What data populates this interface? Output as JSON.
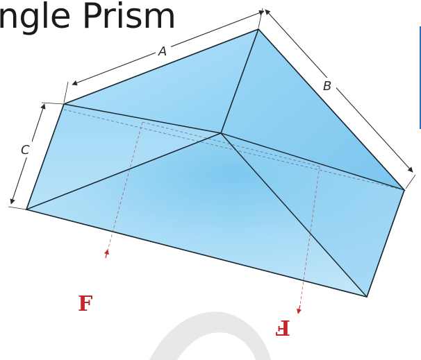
{
  "title": "ngle Prism",
  "dimensions": {
    "a_label": "A",
    "b_label": "B",
    "c_label": "C"
  },
  "forces": {
    "left_label": "F",
    "right_label": "F"
  },
  "colors": {
    "face_light": "#a9dcf7",
    "face_mid": "#8fd0f3",
    "face_dark": "#6fbfe9",
    "edge": "#1b2a33",
    "force": "#c0262c",
    "panel_accent": "#1e73c8"
  },
  "watermark": "grey-crescent-watermark"
}
